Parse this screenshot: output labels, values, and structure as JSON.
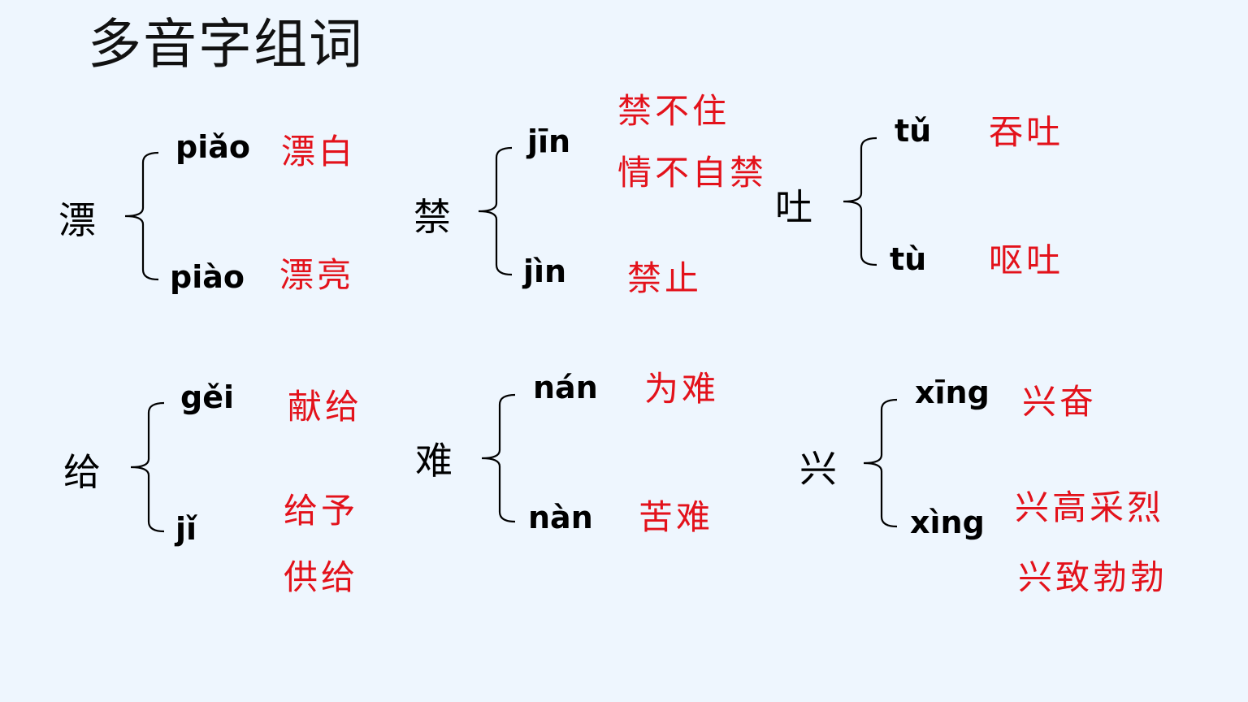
{
  "title": "多音字组词",
  "groups": [
    {
      "char": "漂",
      "readings": [
        {
          "pinyin": "piǎo",
          "words": [
            "漂白"
          ]
        },
        {
          "pinyin": "piào",
          "words": [
            "漂亮"
          ]
        }
      ]
    },
    {
      "char": "禁",
      "readings": [
        {
          "pinyin": "jīn",
          "words": [
            "禁不住",
            "情不自禁"
          ]
        },
        {
          "pinyin": "jìn",
          "words": [
            "禁止"
          ]
        }
      ]
    },
    {
      "char": "吐",
      "readings": [
        {
          "pinyin": "tǔ",
          "words": [
            "吞吐"
          ]
        },
        {
          "pinyin": "tù",
          "words": [
            "呕吐"
          ]
        }
      ]
    },
    {
      "char": "给",
      "readings": [
        {
          "pinyin": "gěi",
          "words": [
            "献给"
          ]
        },
        {
          "pinyin": "jǐ",
          "words": [
            "给予",
            "供给"
          ]
        }
      ]
    },
    {
      "char": "难",
      "readings": [
        {
          "pinyin": "nán",
          "words": [
            "为难"
          ]
        },
        {
          "pinyin": "nàn",
          "words": [
            "苦难"
          ]
        }
      ]
    },
    {
      "char": "兴",
      "readings": [
        {
          "pinyin": "xīng",
          "words": [
            "兴奋"
          ]
        },
        {
          "pinyin": "xìng",
          "words": [
            "兴高采烈",
            "兴致勃勃"
          ]
        }
      ]
    }
  ],
  "colors": {
    "background": "#eef6fe",
    "word": "#e3121b",
    "text": "#000000"
  }
}
